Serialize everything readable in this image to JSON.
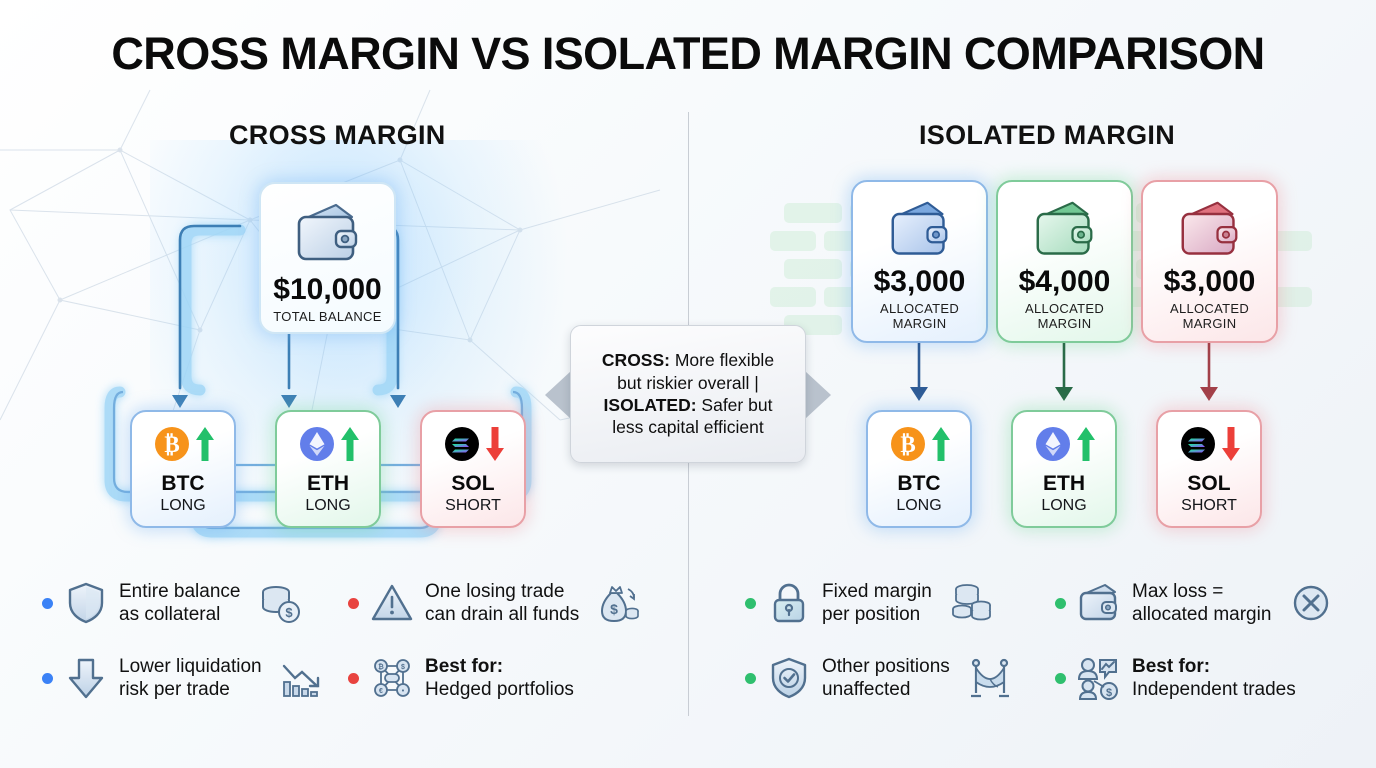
{
  "title": "CROSS MARGIN VS ISOLATED MARGIN COMPARISON",
  "sections": {
    "cross": {
      "heading": "CROSS MARGIN"
    },
    "isolated": {
      "heading": "ISOLATED MARGIN"
    }
  },
  "cross": {
    "wallet": {
      "amount": "$10,000",
      "label": "TOTAL BALANCE",
      "icon": "wallet-icon"
    },
    "assets": [
      {
        "symbol": "BTC",
        "side": "LONG",
        "icon": "bitcoin-icon",
        "direction": "up-arrow-icon",
        "color": "#3b82f6"
      },
      {
        "symbol": "ETH",
        "side": "LONG",
        "icon": "ethereum-icon",
        "direction": "up-arrow-icon",
        "color": "#22c06a"
      },
      {
        "symbol": "SOL",
        "side": "SHORT",
        "icon": "solana-icon",
        "direction": "down-arrow-icon",
        "color": "#e8433f"
      }
    ],
    "features": [
      {
        "bullet": "blue",
        "icon": "shield-icon",
        "text_lines": [
          "Entire balance",
          "as collateral"
        ],
        "trailing_icon": "coin-stack-dollar-icon"
      },
      {
        "bullet": "blue",
        "icon": "down-arrow-thick-icon",
        "text_lines": [
          "Lower liquidation",
          "risk per trade"
        ],
        "trailing_icon": "declining-chart-icon"
      },
      {
        "bullet": "red",
        "icon": "warning-triangle-icon",
        "text_lines": [
          "One losing trade",
          "can drain all funds"
        ],
        "trailing_icon": "money-bag-icon"
      },
      {
        "bullet": "red",
        "icon": "network-nodes-icon",
        "text_lines": [
          "Best for:",
          "Hedged portfolios"
        ],
        "bold_first": true,
        "trailing_icon": ""
      }
    ]
  },
  "isolated": {
    "wallets": [
      {
        "amount": "$3,000",
        "label_line1": "ALLOCATED",
        "label_line2": "MARGIN",
        "icon": "wallet-icon",
        "color": "#3b82f6"
      },
      {
        "amount": "$4,000",
        "label_line1": "ALLOCATED",
        "label_line2": "MARGIN",
        "icon": "wallet-icon",
        "color": "#22c06a"
      },
      {
        "amount": "$3,000",
        "label_line1": "ALLOCATED",
        "label_line2": "MARGIN",
        "icon": "wallet-icon",
        "color": "#e8433f"
      }
    ],
    "assets": [
      {
        "symbol": "BTC",
        "side": "LONG",
        "icon": "bitcoin-icon",
        "direction": "up-arrow-icon"
      },
      {
        "symbol": "ETH",
        "side": "LONG",
        "icon": "ethereum-icon",
        "direction": "up-arrow-icon"
      },
      {
        "symbol": "SOL",
        "side": "SHORT",
        "icon": "solana-icon",
        "direction": "down-arrow-icon"
      }
    ],
    "features": [
      {
        "bullet": "green",
        "icon": "lock-icon",
        "text_lines": [
          "Fixed margin",
          "per position"
        ],
        "trailing_icon": "coin-stacks-icon"
      },
      {
        "bullet": "green",
        "icon": "shield-check-icon",
        "text_lines": [
          "Other positions",
          "unaffected"
        ],
        "trailing_icon": "barrier-rope-icon"
      },
      {
        "bullet": "green",
        "icon": "wallet-small-icon",
        "text_lines": [
          "Max loss =",
          "allocated margin"
        ],
        "trailing_icon": "circle-x-icon"
      },
      {
        "bullet": "green",
        "icon": "traders-icon",
        "text_lines": [
          "Best for:",
          "Independent trades"
        ],
        "bold_first": true,
        "trailing_icon": ""
      }
    ]
  },
  "callout": {
    "line1_label": "CROSS:",
    "line1_text": " More flexible",
    "line2_text": "but riskier overall |",
    "line3_label": "ISOLATED:",
    "line3_text": " Safer but",
    "line4_text": "less capital efficient"
  },
  "colors": {
    "btc": "#f7931a",
    "eth": "#627eea",
    "sol": "#000000",
    "up": "#22c06a",
    "down": "#ec3f39",
    "blue": "#3b82f6",
    "green": "#2fbf6e",
    "red": "#e8433f"
  }
}
